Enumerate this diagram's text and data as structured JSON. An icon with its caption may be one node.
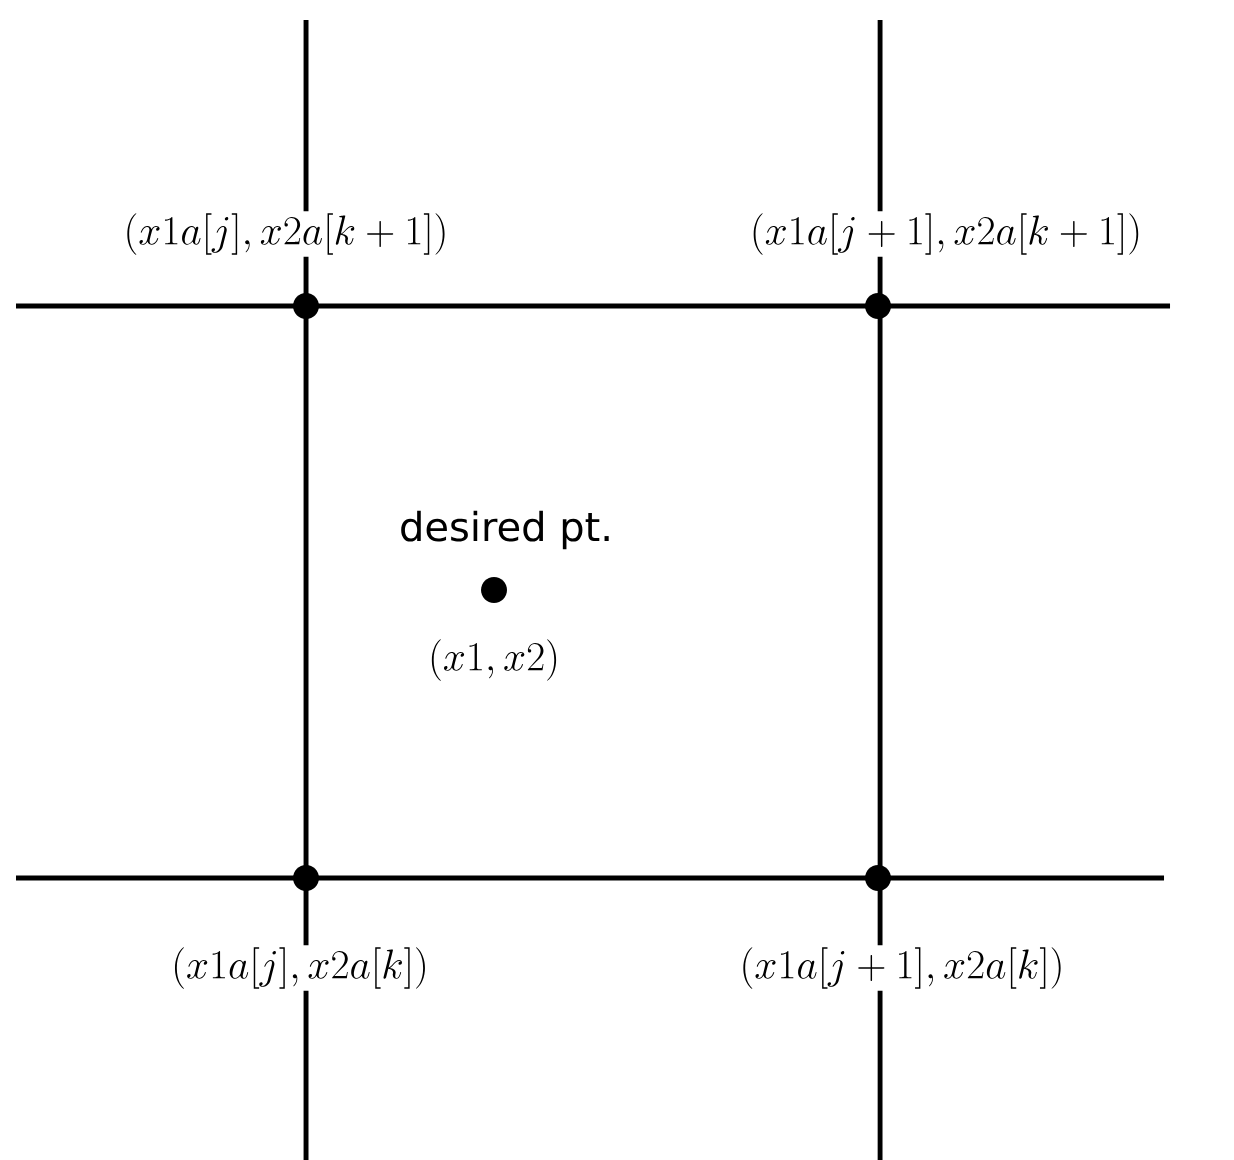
{
  "diagram": {
    "labels": [
      "(x1a[j],x2a[k+1])",
      "(x1a[j+1],x2a[k+1])",
      "desired pt.",
      "(x1,x2)",
      "(x1a[j],x2a[k])",
      "(x1a[j+1],x2a[k])"
    ]
  }
}
